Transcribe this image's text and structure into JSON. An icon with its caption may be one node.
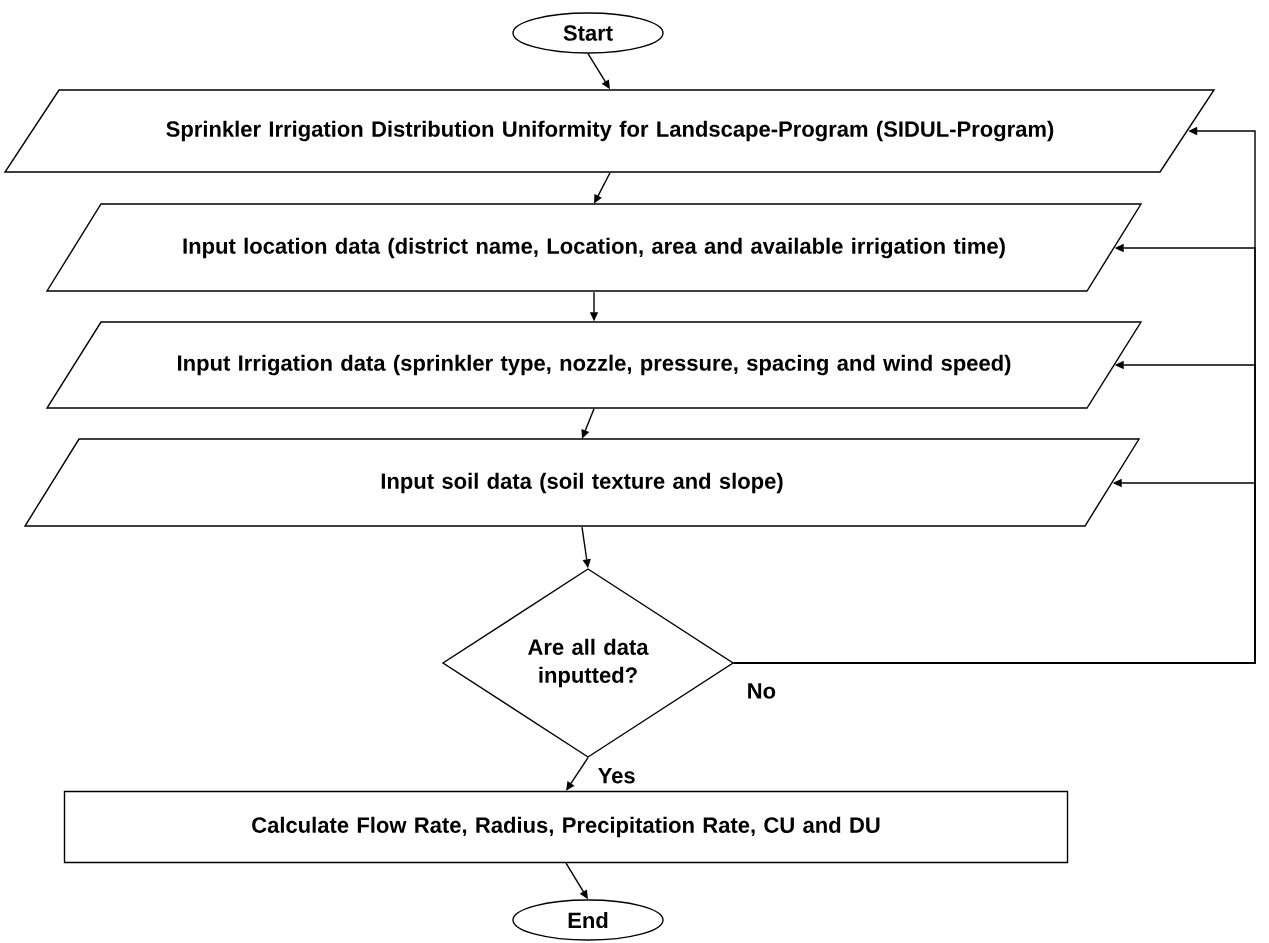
{
  "diagram": {
    "nodes": [
      {
        "text": [
          "Start"
        ]
      },
      {
        "text": [
          "Sprinkler Irrigation Distribution Uniformity for Landscape-Program (SIDUL-Program)"
        ]
      },
      {
        "text": [
          "Input location data (district name, Location, area and available irrigation time)"
        ]
      },
      {
        "text": [
          "Input Irrigation data (sprinkler type, nozzle, pressure, spacing and wind speed)"
        ]
      },
      {
        "text": [
          "Input soil data (soil texture and slope)"
        ]
      },
      {
        "text": [
          "Are all data inputted?"
        ]
      },
      {
        "text": [
          "Calculate Flow Rate, Radius, Precipitation Rate, CU and DU"
        ]
      },
      {
        "text": [
          "End"
        ]
      }
    ],
    "edges": [
      {
        "from": 0,
        "to": 1,
        "arrow": "to"
      },
      {
        "from": 1,
        "to": 2,
        "arrow": "to"
      },
      {
        "from": 2,
        "to": 3,
        "arrow": "to"
      },
      {
        "from": 3,
        "to": 4,
        "arrow": "to"
      },
      {
        "from": 4,
        "to": 5,
        "arrow": "to"
      },
      {
        "from": 5,
        "to": 6,
        "arrow": "to",
        "label": "Yes"
      },
      {
        "from": 6,
        "to": 7,
        "arrow": "to"
      },
      {
        "from": 5,
        "to": 1,
        "arrow": "to",
        "label": "No"
      },
      {
        "from": 5,
        "to": 2,
        "arrow": "to"
      },
      {
        "from": 5,
        "to": 3,
        "arrow": "to"
      },
      {
        "from": 5,
        "to": 4,
        "arrow": "to"
      }
    ]
  }
}
